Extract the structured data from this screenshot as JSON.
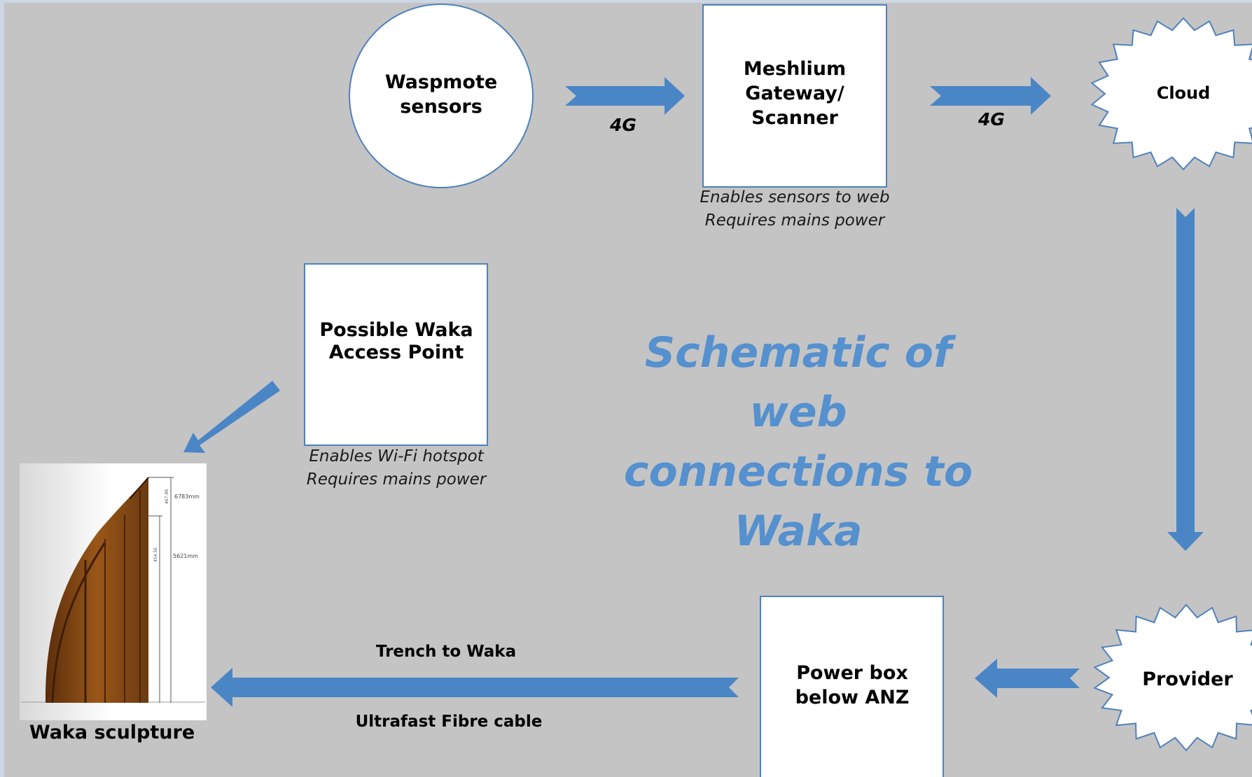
{
  "colors": {
    "background": "#c4c4c4",
    "frame": "#cdd7e6",
    "arrow": "#4a86c5",
    "node_fill": "#ffffff",
    "node_border": "#4f81bd",
    "title": "#5590cf"
  },
  "title_lines": [
    "Schematic of web",
    "connections to",
    "Waka"
  ],
  "nodes": {
    "waspmote": {
      "label_lines": [
        "Waspmote",
        "sensors"
      ]
    },
    "meshlium": {
      "label_lines": [
        "Meshlium",
        "Gateway/",
        "Scanner"
      ],
      "note_lines": [
        "Enables sensors to web",
        "Requires mains power"
      ]
    },
    "cloud": {
      "label": "Cloud"
    },
    "access_point": {
      "label_lines": [
        "Possible Waka",
        "Access Point"
      ],
      "note_lines": [
        "Enables Wi-Fi hotspot",
        "Requires mains power"
      ]
    },
    "provider": {
      "label": "Provider"
    },
    "power_box": {
      "label_lines": [
        "Power box",
        "below ANZ"
      ]
    },
    "waka": {
      "caption": "Waka sculpture",
      "dimension_labels": [
        "6783mm",
        "5621mm",
        "467.99",
        "454.56"
      ]
    }
  },
  "edges": {
    "waspmote_to_meshlium": {
      "label": "4G"
    },
    "meshlium_to_cloud": {
      "label": "4G"
    },
    "fibre": {
      "label_top": "Trench to Waka",
      "label_bottom": "Ultrafast Fibre cable"
    }
  }
}
